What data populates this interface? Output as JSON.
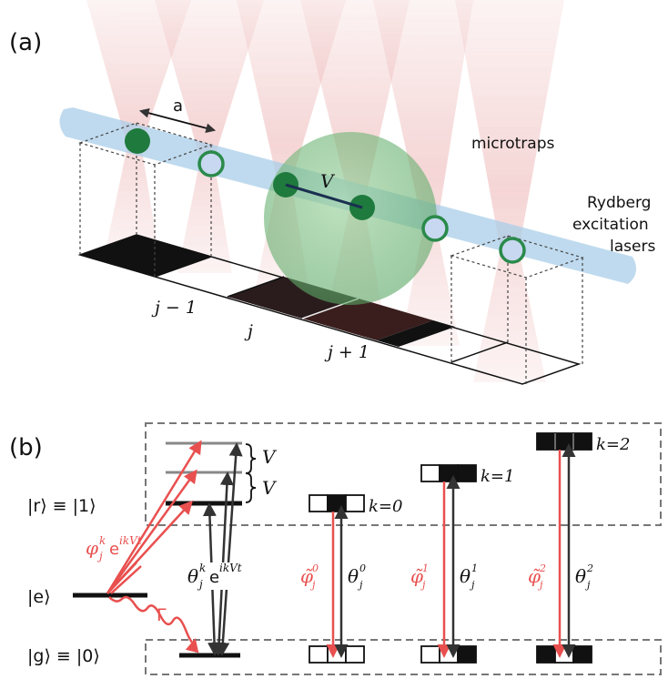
{
  "panels": {
    "a": {
      "label": "(a)",
      "spacing_label": "a",
      "interaction_label": "V",
      "microtraps_label": "microtraps",
      "lasers_label": [
        "Rydberg",
        "excitation",
        "lasers"
      ],
      "site_labels": [
        "j − 1",
        "j",
        "j + 1"
      ]
    },
    "b": {
      "label": "(b)",
      "state_r": "|r⟩ ≡ |1⟩",
      "state_e": "|e⟩",
      "state_g": "|g⟩ ≡ |0⟩",
      "shift_label": "V",
      "red_coupling": "φ",
      "red_coupling_sup": "k",
      "red_coupling_sub": "j",
      "red_coupling_phase": "e",
      "red_coupling_exp": "ikVt",
      "black_coupling": "θ",
      "black_coupling_sup": "k",
      "black_coupling_sub": "j",
      "black_coupling_phase": "e",
      "black_coupling_exp": "ikVt",
      "decay_label": "Γ",
      "k_labels": [
        "k=0",
        "k=1",
        "k=2"
      ],
      "phi_symbol": "φ̃",
      "theta_symbol": "θ",
      "sub_j": "j",
      "sups": [
        "0",
        "1",
        "2"
      ]
    }
  },
  "colors": {
    "red": "#e8504f",
    "dark": "#333333",
    "green": "#2a8a4a",
    "blue": "#a9cde8",
    "laser": "#e8a0a0"
  }
}
